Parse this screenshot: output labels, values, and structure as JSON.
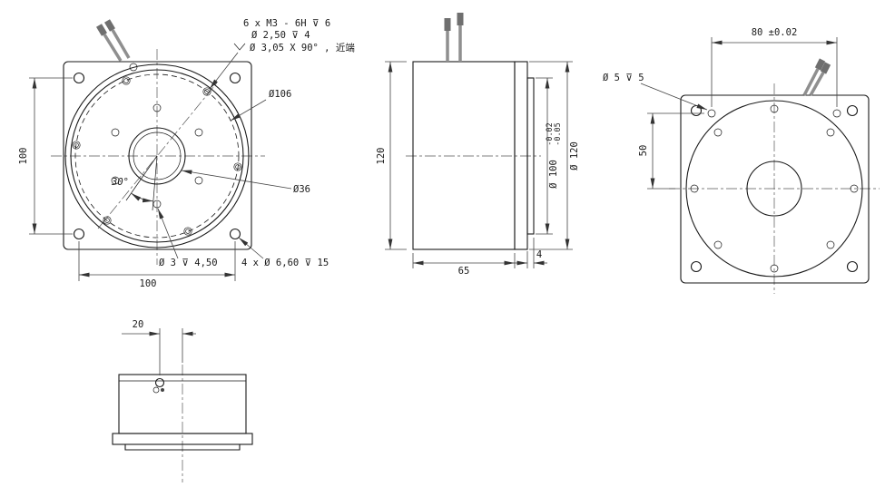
{
  "colors": {
    "line": "#1a1a1a",
    "dimension": "#444444",
    "background": "#ffffff"
  },
  "drawing": {
    "front": {
      "thread_callout_l1": "6 x M3 - 6H ⊽ 6",
      "thread_callout_l2": "Ø 2,50 ⊽ 4",
      "thread_callout_l3": "Ø 3,05 X 90° , 近端",
      "bcd_label": "Ø106",
      "bore_label": "Ø36",
      "angle_label": "30°",
      "dim_height": "100",
      "dim_width": "100",
      "hole_callout": "Ø 3 ⊽ 4,50",
      "corner_hole_callout": "4 x Ø 6,60 ⊽ 15"
    },
    "side": {
      "dim_height": "120",
      "spigot_dia": "Ø 100",
      "spigot_tol_upper": "-0.02",
      "spigot_tol_lower": "-0.05",
      "flange_dia": "Ø 120",
      "dim_length": "65",
      "dim_spigot": "4"
    },
    "back": {
      "dim_dowel_span": "80 ±0.02",
      "dowel_callout": "Ø 5 ⊽ 5",
      "dim_dowel_offset": "50"
    },
    "bottom": {
      "dim_connector": "20"
    }
  }
}
